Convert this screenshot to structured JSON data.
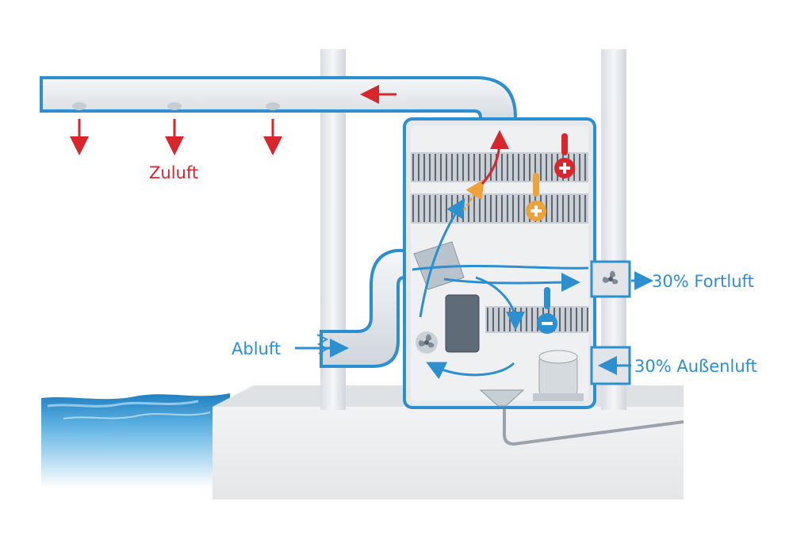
{
  "labels": {
    "supply_air": "Zuluft",
    "extract_air": "Abluft",
    "exhaust_air": "30% Fortluft",
    "outside_air": "30% Außenluft"
  },
  "colors": {
    "supply_red": "#d9262c",
    "extract_blue": "#2b8fd0",
    "heater_orange": "#f0a23a",
    "duct_fill": "#e8ebee",
    "duct_outline": "#2b8fd0",
    "water_blue": "#2f8fc9"
  },
  "icons": {
    "heater_hot": "thermometer-plus-icon",
    "heater_warm": "thermometer-plus-icon",
    "cooler": "thermometer-minus-icon",
    "fan_main": "fan-icon",
    "fan_exhaust": "fan-icon"
  }
}
